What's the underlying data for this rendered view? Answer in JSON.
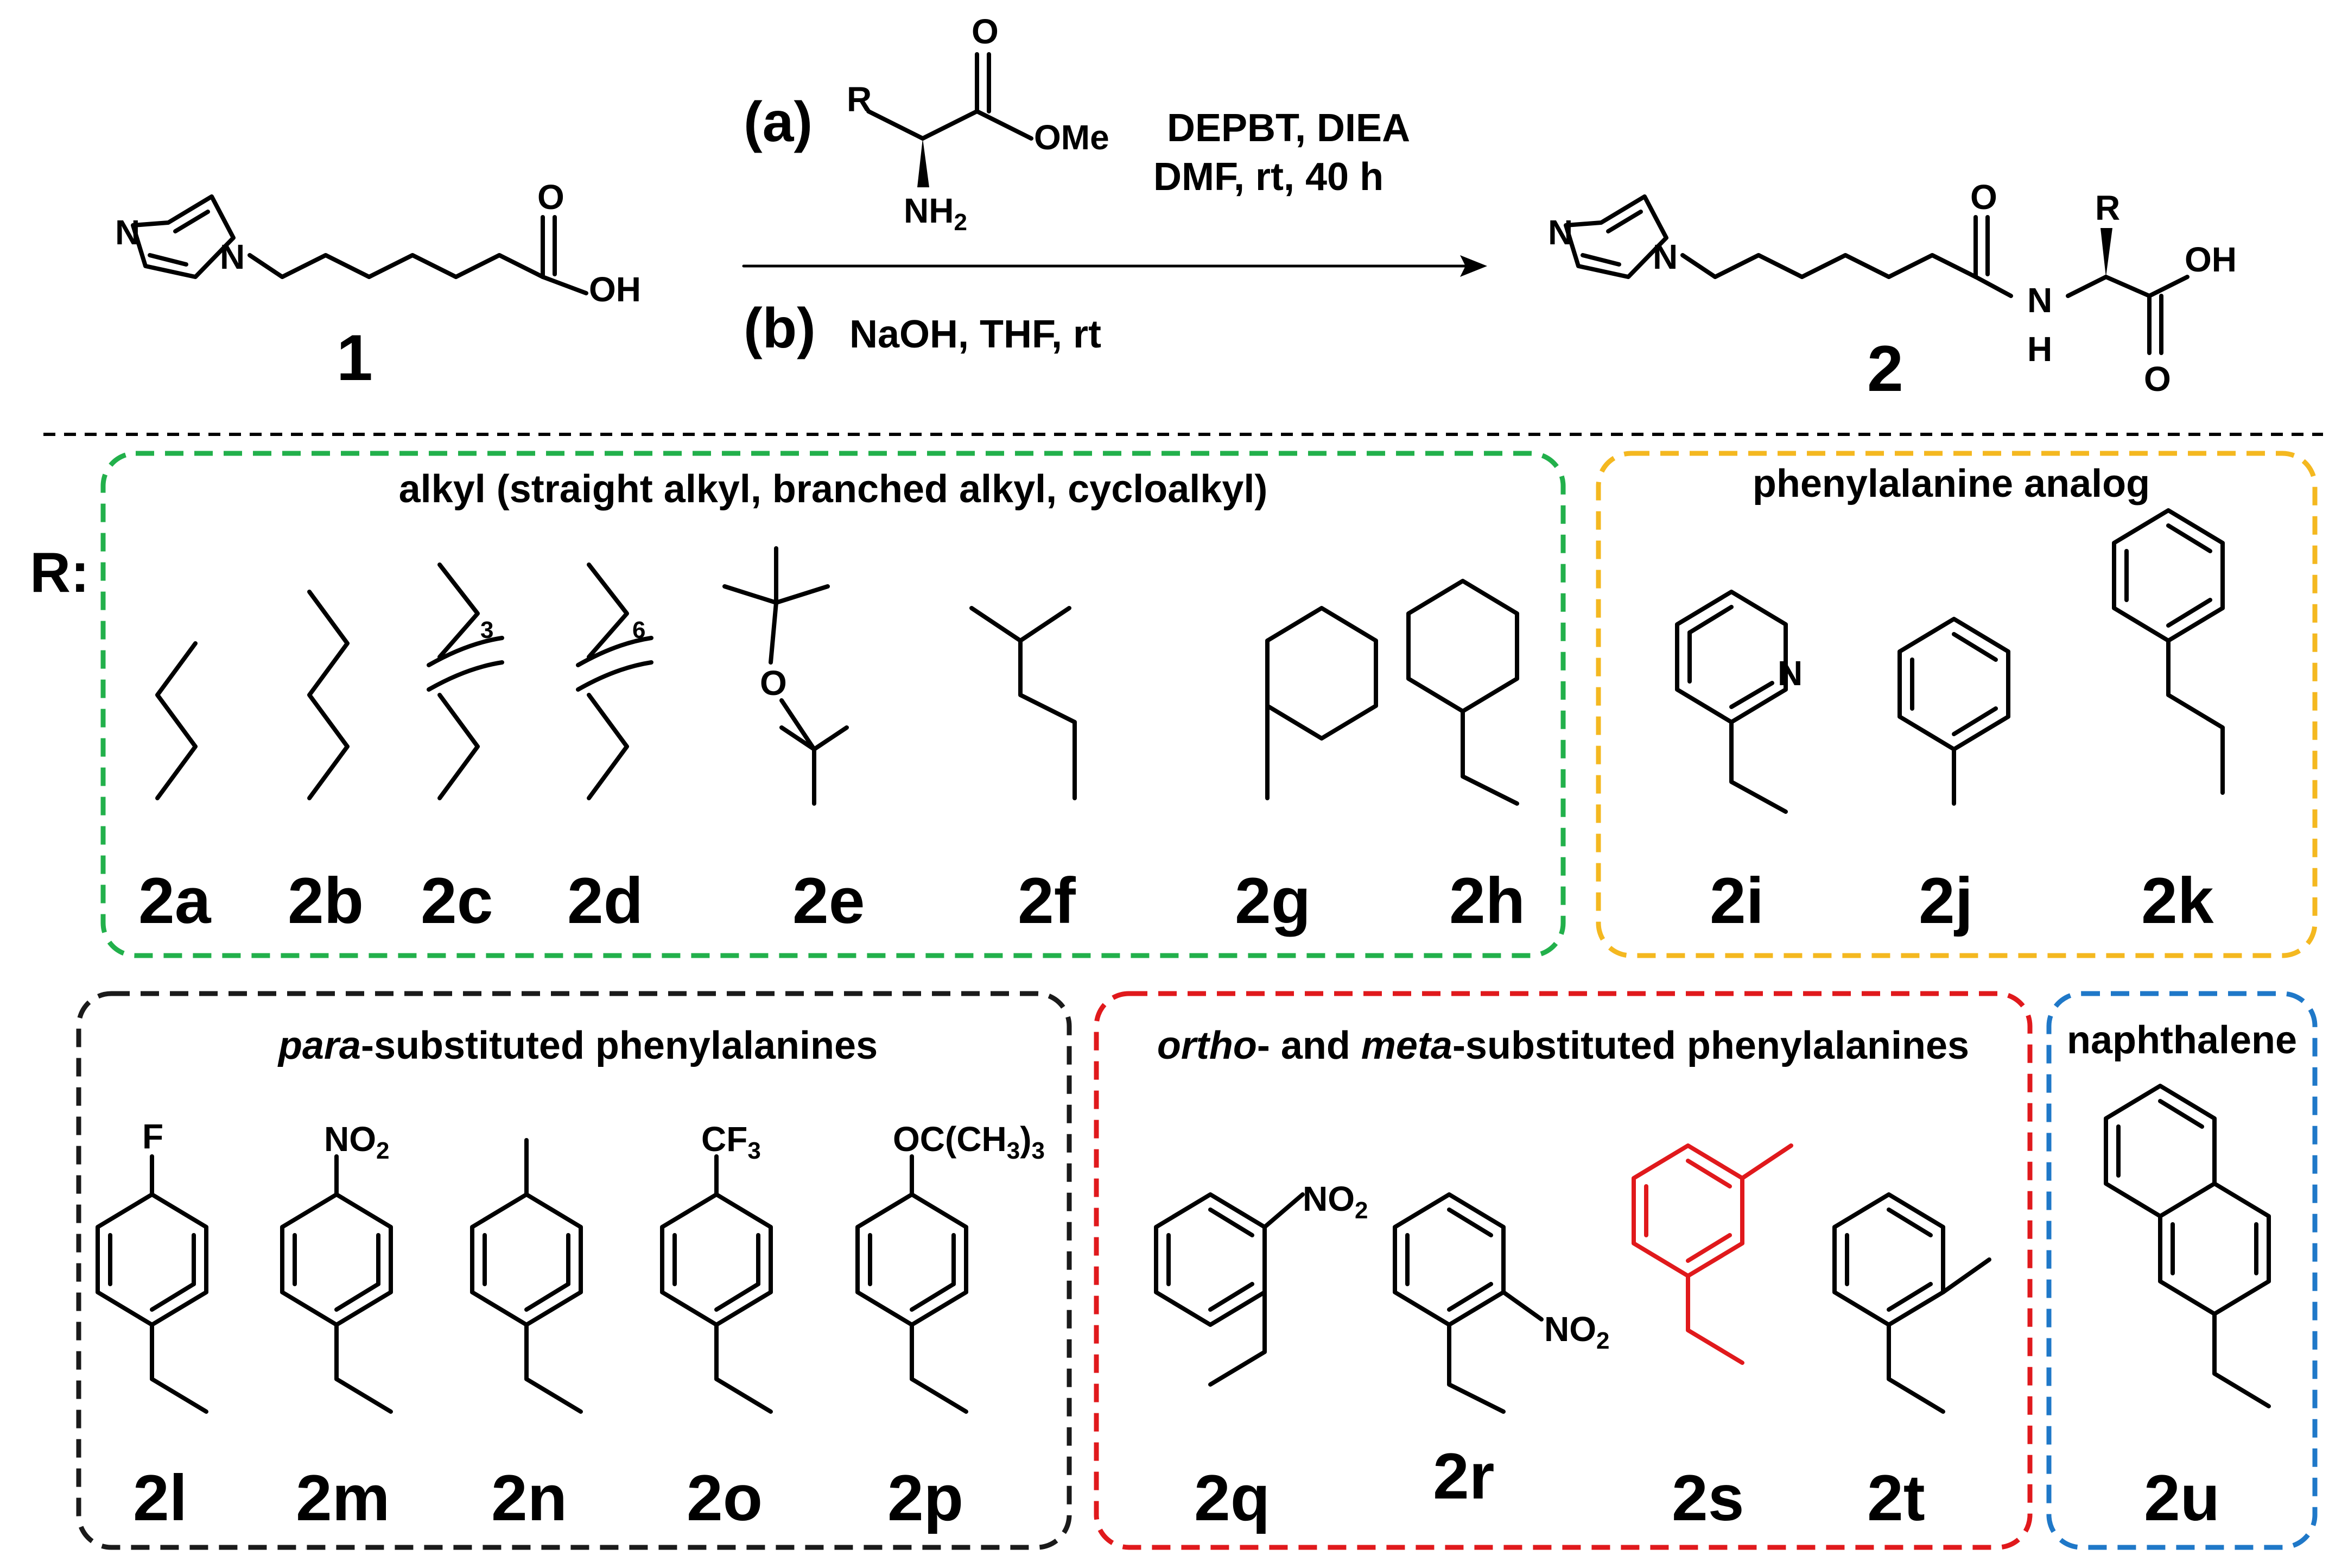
{
  "colors": {
    "alkyl": "#22b04b",
    "phe": "#f4b820",
    "para": "#1a1a1a",
    "om": "#e0191c",
    "naph": "#1f78c8",
    "highlight": "#e0191c"
  },
  "reaction": {
    "start_label": "1",
    "product_label": "2",
    "step_a_label": "(a)",
    "step_b_label": "(b)",
    "reagents": "DEPBT, DIEA",
    "solvent": "DMF, rt, 40 h",
    "step_b_conditions": "NaOH, THF, rt",
    "atoms": {
      "N": "N",
      "O": "O",
      "OH": "OH",
      "H": "H",
      "R": "R",
      "OMe": "OMe",
      "NH": "NH",
      "two": "2"
    }
  },
  "r_label": "R:",
  "groups": {
    "alkyl": {
      "title": "alkyl (straight alkyl, branched alkyl, cycloalkyl)",
      "compounds": [
        "2a",
        "2b",
        "2c",
        "2d",
        "2e",
        "2f",
        "2g",
        "2h"
      ],
      "repeat_c": "3",
      "repeat_d": "6",
      "ether_o": "O"
    },
    "phe": {
      "title": "phenylalanine analog",
      "compounds": [
        "2i",
        "2j",
        "2k"
      ],
      "pyridine_n": "N"
    },
    "para": {
      "title_italic": "para",
      "title_rest": "-substituted phenylalanines",
      "compounds": [
        "2l",
        "2m",
        "2n",
        "2o",
        "2p"
      ],
      "substituents": {
        "F": "F",
        "NO": "NO",
        "CF": "CF",
        "OC": "OC(CH",
        "three": "3",
        "close": ")",
        "two": "2"
      }
    },
    "om": {
      "title_ortho": "ortho",
      "title_mid": "- and ",
      "title_meta": "meta",
      "title_rest": "-substituted phenylalanines",
      "compounds": [
        "2q",
        "2r",
        "2s",
        "2t"
      ],
      "substituents": {
        "NO": "NO",
        "two": "2"
      }
    },
    "naph": {
      "title": "naphthalene",
      "compounds": [
        "2u"
      ]
    }
  }
}
